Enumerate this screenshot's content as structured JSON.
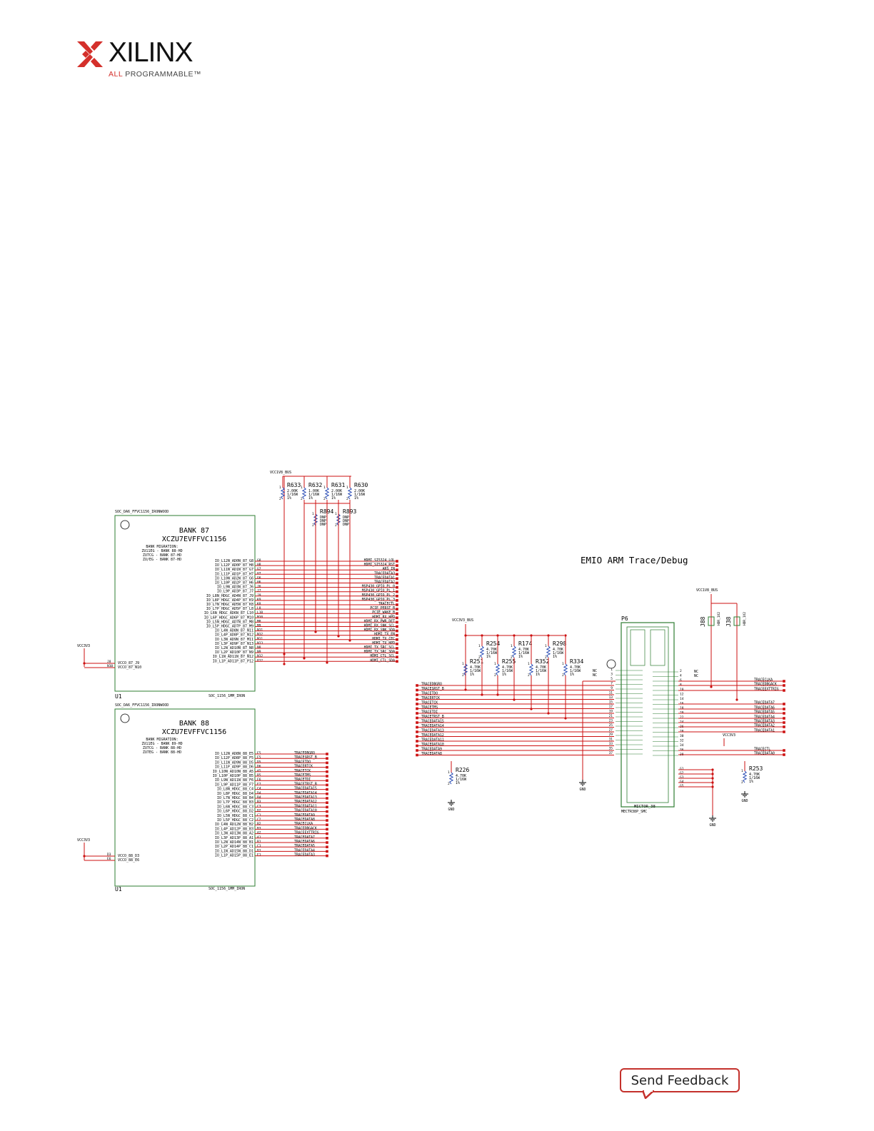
{
  "logo": {
    "name": "XILINX",
    "tag_all": "ALL",
    "tag_rest": " PROGRAMMABLE",
    "tm": "™"
  },
  "colors": {
    "net": "#cc1111",
    "part": "#2e7d32",
    "text": "#000000",
    "feedback_border": "#c4312c"
  },
  "section_title": "EMIO ARM Trace/Debug",
  "rails": {
    "vcc1v8_top": "VCC1V8_BUS",
    "vcc3v3_p87": "VCC3V3",
    "vcc3v3_p88": "VCC3V3",
    "vcc3v3_trace": "VCC3V3_BUS",
    "vcc1v8_trace": "VCC1V8_BUS",
    "vcc3v3_small": "VCC3V3",
    "gnd": "GND"
  },
  "bank87": {
    "part_tag": "SOC_DA6_FFVC1156_IRONWOOD",
    "title": "BANK 87",
    "device": "XCZU7EVFFVC1156",
    "migration": [
      "BANK MIGRATION:",
      "ZU11EG - BANK 88-HD",
      "ZU7CG - BANK 87-HD",
      "ZU/EG - BANK 87-HD"
    ],
    "ref": "U1",
    "footer": "SOC_1156_1MM_IRON",
    "power_pins": [
      [
        "J8",
        "VCCO_87_J9"
      ],
      [
        "N10",
        "VCCO_87_N10"
      ]
    ],
    "pins": [
      {
        "n": "IO_L12N_AD0N_87_G8",
        "p": "G8",
        "net": "HDMI_SI5324_LOL"
      },
      {
        "n": "IO_L12P_AD0P_87_H8",
        "p": "H8",
        "net": "HDMI_SI5324_RST"
      },
      {
        "n": "IO_L11N_AD1N_87_G7",
        "p": "G7",
        "net": "ARS_IN"
      },
      {
        "n": "IO_L11P_AD1P_87_H7",
        "p": "H7",
        "net": "TRACEDATA3"
      },
      {
        "n": "IO_L10N_AD2N_87_G6",
        "p": "G6",
        "net": "TRACEDATA1"
      },
      {
        "n": "IO_L10P_AD2P_87_H6",
        "p": "H6",
        "net": "TRACEDATA2"
      },
      {
        "n": "IO_L9N_AD3N_87_J6",
        "p": "J6",
        "net": "MSP430_GPIO_PL_0"
      },
      {
        "n": "IO_L9P_AD3P_87_J7",
        "p": "J7",
        "net": "MSP430_GPIO_PL_1"
      },
      {
        "n": "IO_L8N_HDGC_AD4N_87_J9",
        "p": "J9",
        "net": "MSP430_GPIO_PL_2"
      },
      {
        "n": "IO_L8P_HDGC_AD4P_87_K9",
        "p": "K9",
        "net": "MSP430_GPIO_PL_3"
      },
      {
        "n": "IO_L7N_HDGC_AD5N_87_K8",
        "p": "K8",
        "net": "TRACECTL"
      },
      {
        "n": "IO_L7P_HDGC_AD5P_87_L8",
        "p": "L8",
        "net": "PCIE_PERST_B"
      },
      {
        "n": "IO_L6N_HDGC_AD6N_87_L10",
        "p": "L10",
        "net": "PCIE_WAKE_B"
      },
      {
        "n": "IO_L6P_HDGC_AD6P_87_M10",
        "p": "M10",
        "net": "HDMI_RX_HPD"
      },
      {
        "n": "IO_L5N_HDGC_AD7N_87_M8",
        "p": "M8",
        "net": "HDMI_RX_PWR_DET"
      },
      {
        "n": "IO_L5P_HDGC_AD7P_87_M9",
        "p": "M9",
        "net": "HDMI_RX_SNK_SCL"
      },
      {
        "n": "IO_L4N_AD8N_87_N11",
        "p": "N11",
        "net": "HDMI_RX_SNK_SDA"
      },
      {
        "n": "IO_L4P_AD8P_87_N12",
        "p": "N12",
        "net": "HDMI_TX_EN"
      },
      {
        "n": "IO_L3N_AD9N_87_M11",
        "p": "M11",
        "net": "HDMI_TX_CEC"
      },
      {
        "n": "IO_L3P_AD9P_87_N13",
        "p": "N13",
        "net": "HDMI_TX_HPD"
      },
      {
        "n": "IO_L2N_AD10N_87_N8",
        "p": "N8",
        "net": "HDMI_TX_SRC_SCL"
      },
      {
        "n": "IO_L2P_AD10P_87_N9",
        "p": "N9",
        "net": "HDMI_TX_SRC_SDA"
      },
      {
        "n": "IO_L1N_AD11N_87_N12",
        "p": "N12",
        "net": "HDMI_CTL_SCL"
      },
      {
        "n": "IO_L1P_AD11P_87_P12",
        "p": "P12",
        "net": "HDMI_CTL_SDA"
      }
    ]
  },
  "bank88": {
    "part_tag": "SOC_DA6_FFVC1156_IRONWOOD",
    "title": "BANK 88",
    "device": "XCZU7EVFFVC1156",
    "migration": [
      "BANK MIGRATION:",
      "ZU11EG - BANK 89-HD",
      "ZU7CG - BANK 88-HD",
      "ZU7EG - BANK 88-HD"
    ],
    "ref": "U1",
    "footer": "SOC_1156_1MM_IRON",
    "power_pins": [
      [
        "D3",
        "VCCO_88_D3"
      ],
      [
        "E6",
        "VCCO_88_E6"
      ]
    ],
    "pins": [
      {
        "n": "IO_L12N_AD8N_88_E5",
        "p": "E5",
        "net": "TRACEDBGRQ"
      },
      {
        "n": "IO_L12P_AD8P_88_F5",
        "p": "F5",
        "net": "TRACESRST_B"
      },
      {
        "n": "IO_L11N_AD9N_88_D5",
        "p": "D5",
        "net": "TRACETDO"
      },
      {
        "n": "IO_L11P_AD9P_88_D6",
        "p": "D6",
        "net": "TRACERTCK"
      },
      {
        "n": "IO_L10N_AD10N_88_A5",
        "p": "A5",
        "net": "TRACETCK"
      },
      {
        "n": "IO_L10P_AD10P_88_B5",
        "p": "B5",
        "net": "TRACETMS"
      },
      {
        "n": "IO_L9N_AD11N_88_F6",
        "p": "F6",
        "net": "TRACETDI"
      },
      {
        "n": "IO_L9P_AD11P_88_F7",
        "p": "F7",
        "net": "TRACETRST_B"
      },
      {
        "n": "IO_L8N_HDGC_88_C4",
        "p": "C4",
        "net": "TRACEDATA15"
      },
      {
        "n": "IO_L8P_HDGC_88_D4",
        "p": "D4",
        "net": "TRACEDATA14"
      },
      {
        "n": "IO_L7N_HDGC_88_B4",
        "p": "B4",
        "net": "TRACEDATA13"
      },
      {
        "n": "IO_L7P_HDGC_88_B3",
        "p": "B3",
        "net": "TRACEDATA12"
      },
      {
        "n": "IO_L6N_HDGC_88_C3",
        "p": "C3",
        "net": "TRACEDATA11"
      },
      {
        "n": "IO_L6P_HDGC_88_D2",
        "p": "D2",
        "net": "TRACEDATA10"
      },
      {
        "n": "IO_L5N_HDGC_88_C1",
        "p": "C1",
        "net": "TRACEDATA9"
      },
      {
        "n": "IO_L5P_HDGC_88_C2",
        "p": "C2",
        "net": "TRACEDATA8"
      },
      {
        "n": "IO_L4N_AD12N_88_B2",
        "p": "B2",
        "net": "TRACECLKA"
      },
      {
        "n": "IO_L4P_AD12P_88_B3",
        "p": "B3",
        "net": "TRACEDBGACK"
      },
      {
        "n": "IO_L3N_AD13N_88_A2",
        "p": "A2",
        "net": "TRACEEXTTRIG"
      },
      {
        "n": "IO_L3P_AD13P_88_A1",
        "p": "A1",
        "net": "TRACEDATA7"
      },
      {
        "n": "IO_L2N_AD14N_88_B1",
        "p": "B1",
        "net": "TRACEDATA6"
      },
      {
        "n": "IO_L2P_AD14P_88_C1",
        "p": "C1",
        "net": "TRACEDATA5"
      },
      {
        "n": "IO_L1N_AD15N_88_D1",
        "p": "D1",
        "net": "TRACEDATA4"
      },
      {
        "n": "IO_L1P_AD15P_88_E1",
        "p": "E1",
        "net": "TRACEDATA3"
      }
    ]
  },
  "resistors_top": [
    {
      "ref": "R633",
      "val": "2.00K",
      "pw": "1/16W",
      "tol": "1%"
    },
    {
      "ref": "R632",
      "val": "1.00K",
      "pw": "1/16W",
      "tol": "1%"
    },
    {
      "ref": "R631",
      "val": "2.00K",
      "pw": "1/16W",
      "tol": "1%"
    },
    {
      "ref": "R630",
      "val": "2.00K",
      "pw": "1/16W",
      "tol": "1%"
    }
  ],
  "resistors_dnp": [
    {
      "ref": "R894",
      "val": "DNP",
      "pw": "DNP",
      "tol": "DNP"
    },
    {
      "ref": "R893",
      "val": "DNP",
      "pw": "DNP",
      "tol": "DNP"
    }
  ],
  "resistors_trace": [
    {
      "ref": "R254",
      "val": "4.70K",
      "pw": "1/16W",
      "tol": "1%"
    },
    {
      "ref": "R174",
      "val": "4.70K",
      "pw": "1/16W",
      "tol": "1%"
    },
    {
      "ref": "R298",
      "val": "4.70K",
      "pw": "1/16W",
      "tol": "1%"
    },
    {
      "ref": "R251",
      "val": "4.70K",
      "pw": "1/16W",
      "tol": "1%"
    },
    {
      "ref": "R255",
      "val": "4.70K",
      "pw": "1/16W",
      "tol": "1%"
    },
    {
      "ref": "R352",
      "val": "4.70K",
      "pw": "1/16W",
      "tol": "1%"
    },
    {
      "ref": "R334",
      "val": "4.70K",
      "pw": "1/16W",
      "tol": "1%"
    }
  ],
  "r226": {
    "ref": "R226",
    "val": "4.70K",
    "pw": "1/16W",
    "tol": "1%"
  },
  "r253": {
    "ref": "R253",
    "val": "4.70K",
    "pw": "1/16W",
    "tol": "1%"
  },
  "jumpers": [
    {
      "ref": "J88",
      "label": "HDR_1X2"
    },
    {
      "ref": "J38",
      "label": "HDR_1X2"
    }
  ],
  "connector": {
    "ref": "P6",
    "name": "MICTOR_38",
    "footer": "MECTR38P_SMC",
    "nc_left": [
      "NC",
      "NC"
    ],
    "nc_right": [
      "NC",
      "NC"
    ],
    "gnd_pins": [
      "G1",
      "G2",
      "G3",
      "G4",
      "G5"
    ],
    "left_pins": [
      "1",
      "3",
      "5",
      "7",
      "9",
      "11",
      "13",
      "15",
      "17",
      "19",
      "21",
      "23",
      "25",
      "27",
      "29",
      "31",
      "33",
      "35",
      "37"
    ],
    "right_pins": [
      "2",
      "4",
      "6",
      "8",
      "10",
      "12",
      "14",
      "16",
      "18",
      "20",
      "22",
      "24",
      "26",
      "28",
      "30",
      "32",
      "34",
      "36",
      "38"
    ],
    "left_nets": [
      "TRACEDBGRQ",
      "TRACESRST_B",
      "TRACETDO",
      "TRACERTCK",
      "TRACETCK",
      "TRACETMS",
      "TRACETDI",
      "TRACETRST_B",
      "TRACEDATA15",
      "TRACEDATA14",
      "TRACEDATA13",
      "TRACEDATA12",
      "TRACEDATA11",
      "TRACEDATA10",
      "TRACEDATA9",
      "TRACEDATA8"
    ],
    "right_nets": [
      "TRACECLKA",
      "TRACEDBGACK",
      "TRACEEXTTRIG",
      "TRACEDATA7",
      "TRACEDATA6",
      "TRACEDATA5",
      "TRACEDATA4",
      "TRACEDATA3",
      "TRACEDATA2",
      "TRACEDATA1",
      "TRACECTL",
      "TRACEDATA0"
    ]
  },
  "feedback": {
    "label": "Send Feedback"
  }
}
